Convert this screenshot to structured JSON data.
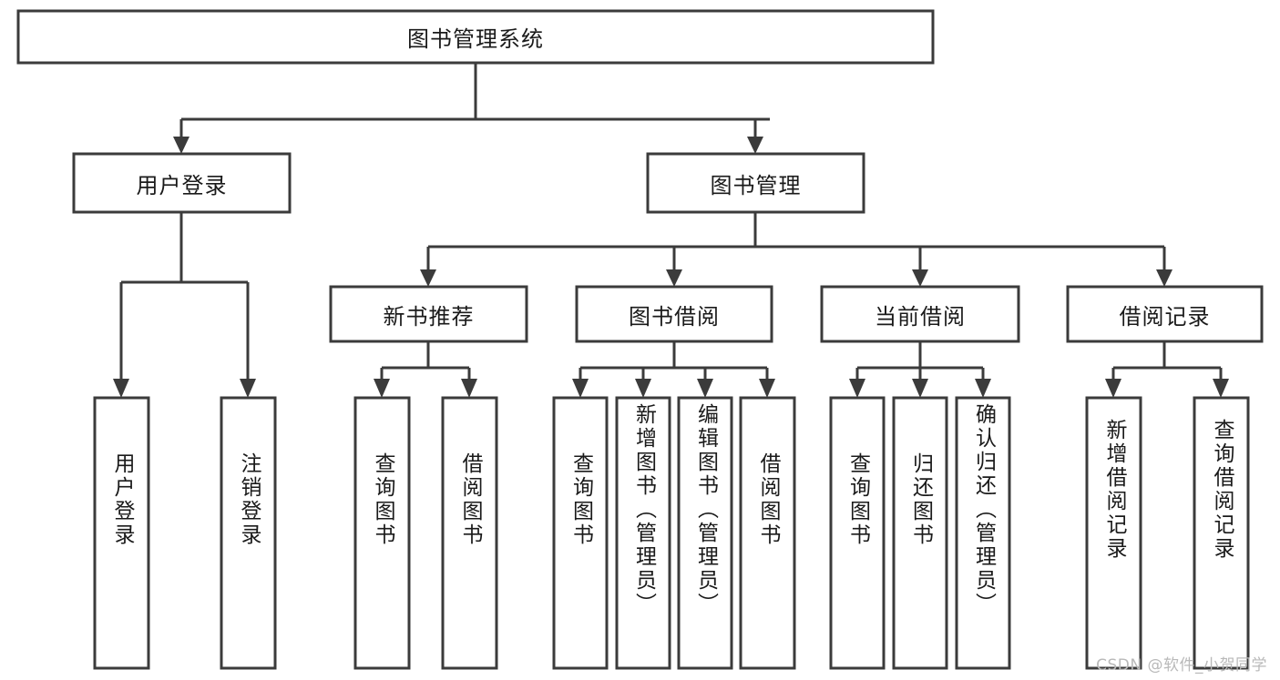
{
  "diagram": {
    "title": "图书管理系统",
    "type": "tree-hierarchy-diagram",
    "colors": {
      "stroke": "#3b3b3b",
      "fill": "#ffffff",
      "text": "#1a1a1a",
      "watermark": "#b9b9b9",
      "background": "#ffffff"
    },
    "root": {
      "label": "图书管理系统"
    },
    "level2": [
      {
        "label": "用户登录"
      },
      {
        "label": "图书管理"
      }
    ],
    "level3": [
      {
        "label": "新书推荐"
      },
      {
        "label": "图书借阅"
      },
      {
        "label": "当前借阅"
      },
      {
        "label": "借阅记录"
      }
    ],
    "leaves": {
      "user_login": [
        {
          "label": "用户登录"
        },
        {
          "label": "注销登录"
        }
      ],
      "new_book_recommend": [
        {
          "label": "查询图书"
        },
        {
          "label": "借阅图书"
        }
      ],
      "book_borrow": [
        {
          "label": "查询图书"
        },
        {
          "label": "新增图书（管理员）"
        },
        {
          "label": "编辑图书（管理员）"
        },
        {
          "label": "借阅图书"
        }
      ],
      "current_borrow": [
        {
          "label": "查询图书"
        },
        {
          "label": "归还图书"
        },
        {
          "label": "确认归还（管理员）"
        }
      ],
      "borrow_record": [
        {
          "label": "新增借阅记录"
        },
        {
          "label": "查询借阅记录"
        }
      ]
    },
    "watermark": "CSDN @软件_小贺同学"
  }
}
